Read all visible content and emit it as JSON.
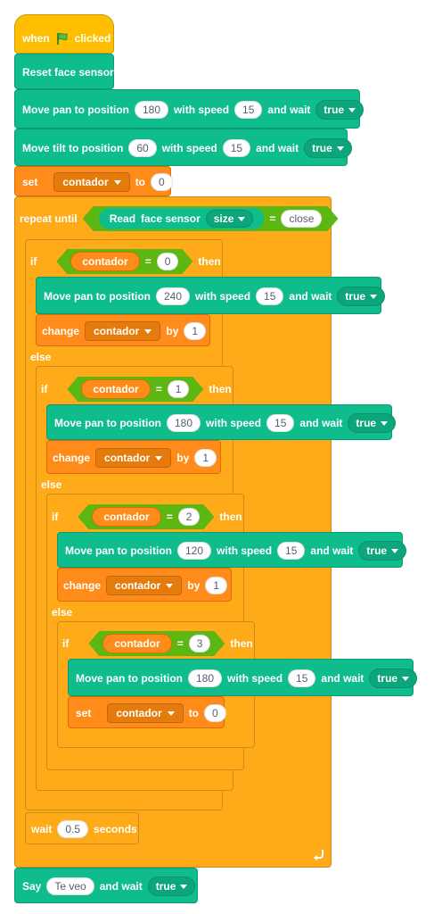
{
  "hat": {
    "when": "when",
    "clicked": "clicked",
    "flag_icon": "green-flag-icon"
  },
  "reset": {
    "label": "Reset face sensor"
  },
  "pan1": {
    "label": "Move pan to position",
    "position": "180",
    "with_speed": "with speed",
    "speed": "15",
    "and_wait": "and wait",
    "wait": "true"
  },
  "tilt1": {
    "label": "Move tilt to position",
    "position": "60",
    "with_speed": "with speed",
    "speed": "15",
    "and_wait": "and wait",
    "wait": "true"
  },
  "set1": {
    "label": "set",
    "variable": "contador",
    "to": "to",
    "value": "0"
  },
  "repeat": {
    "label": "repeat until",
    "read": "Read",
    "face_sensor": "face sensor",
    "field": "size",
    "eq": "=",
    "value": "close"
  },
  "if1": {
    "if": "if",
    "variable": "contador",
    "eq": "=",
    "value": "0",
    "then": "then"
  },
  "pan2": {
    "label": "Move pan to position",
    "position": "240",
    "with_speed": "with speed",
    "speed": "15",
    "and_wait": "and wait",
    "wait": "true"
  },
  "change1": {
    "label": "change",
    "variable": "contador",
    "by": "by",
    "value": "1"
  },
  "else1": "else",
  "if2": {
    "if": "if",
    "variable": "contador",
    "eq": "=",
    "value": "1",
    "then": "then"
  },
  "pan3": {
    "label": "Move pan to position",
    "position": "180",
    "with_speed": "with speed",
    "speed": "15",
    "and_wait": "and wait",
    "wait": "true"
  },
  "change2": {
    "label": "change",
    "variable": "contador",
    "by": "by",
    "value": "1"
  },
  "else2": "else",
  "if3": {
    "if": "if",
    "variable": "contador",
    "eq": "=",
    "value": "2",
    "then": "then"
  },
  "pan4": {
    "label": "Move pan to position",
    "position": "120",
    "with_speed": "with speed",
    "speed": "15",
    "and_wait": "and wait",
    "wait": "true"
  },
  "change3": {
    "label": "change",
    "variable": "contador",
    "by": "by",
    "value": "1"
  },
  "else3": "else",
  "if4": {
    "if": "if",
    "variable": "contador",
    "eq": "=",
    "value": "3",
    "then": "then"
  },
  "pan5": {
    "label": "Move pan to position",
    "position": "180",
    "with_speed": "with speed",
    "speed": "15",
    "and_wait": "and wait",
    "wait": "true"
  },
  "set2": {
    "label": "set",
    "variable": "contador",
    "to": "to",
    "value": "0"
  },
  "waitblk": {
    "label": "wait",
    "value": "0.5",
    "seconds": "seconds"
  },
  "say": {
    "label": "Say",
    "text": "Te veo",
    "and_wait": "and wait",
    "wait": "true"
  },
  "colors": {
    "control": "#ffab19",
    "motion": "#0fbd8c",
    "variable": "#ff8c1a",
    "event": "#ffbf00",
    "operator": "#5cb712"
  }
}
